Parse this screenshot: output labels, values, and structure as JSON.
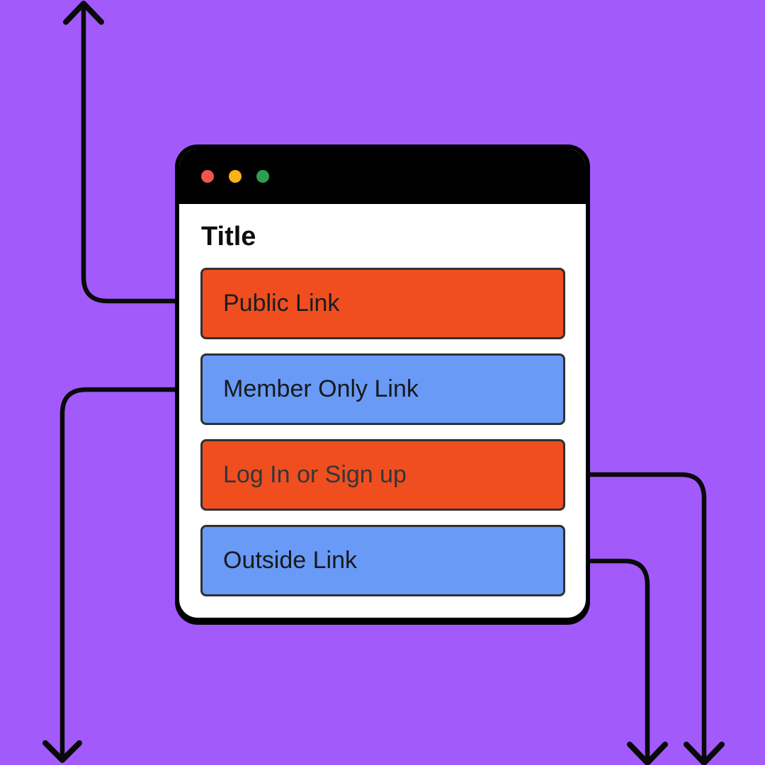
{
  "canvas": {
    "background": "#A25AFB"
  },
  "window": {
    "chrome_color": "#000000",
    "traffic_lights": [
      {
        "name": "close",
        "color": "#F2544F"
      },
      {
        "name": "minimize",
        "color": "#FBB217"
      },
      {
        "name": "zoom",
        "color": "#2B9E4F"
      }
    ],
    "title": "Title",
    "buttons": [
      {
        "label": "Public Link",
        "background": "#F04E1F",
        "text_color": "#1A1C1E"
      },
      {
        "label": "Member Only Link",
        "background": "#699AF5",
        "text_color": "#17191C"
      },
      {
        "label": "Log In or Sign up",
        "background": "#F04E1F",
        "text_color": "#333639"
      },
      {
        "label": "Outside Link",
        "background": "#699AF5",
        "text_color": "#17191C"
      }
    ]
  },
  "arrows": {
    "color": "#0A0A0A",
    "items": [
      {
        "name": "arrow-top-left",
        "attaches_to": "Public Link",
        "direction": "up"
      },
      {
        "name": "arrow-bottom-left",
        "attaches_to": "Member Only Link",
        "direction": "down"
      },
      {
        "name": "arrow-right-outer",
        "attaches_to": "Log In or Sign up",
        "direction": "down"
      },
      {
        "name": "arrow-right-inner",
        "attaches_to": "Outside Link",
        "direction": "down"
      }
    ]
  }
}
